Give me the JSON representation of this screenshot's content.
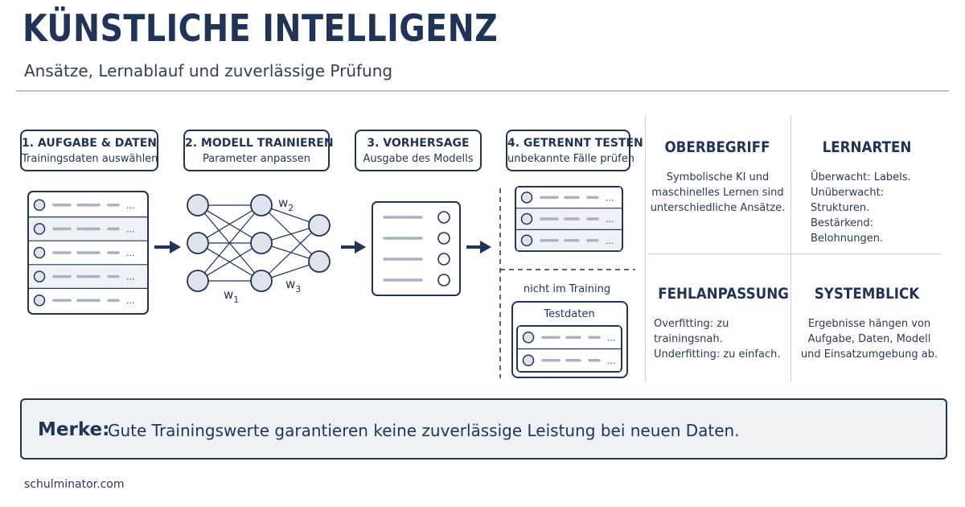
{
  "header": {
    "title": "KÜNSTLICHE INTELLIGENZ",
    "subtitle": "Ansätze, Lernablauf und zuverlässige Prüfung"
  },
  "steps": [
    {
      "title": "1. AUFGABE & DATEN",
      "subtitle": "Trainingsdaten auswählen"
    },
    {
      "title": "2. MODELL TRAINIEREN",
      "subtitle": "Parameter anpassen"
    },
    {
      "title": "3. VORHERSAGE",
      "subtitle": "Ausgabe des Modells"
    },
    {
      "title": "4. GETRENNT TESTEN",
      "subtitle": "unbekannte Fälle prüfen"
    }
  ],
  "network": {
    "weight_labels": [
      "w",
      "w",
      "w"
    ],
    "weight_subscripts": [
      "2",
      "3",
      "1"
    ]
  },
  "table_ellipsis": "...",
  "test": {
    "not_in_training": "nicht im Training",
    "testdata_label": "Testdaten"
  },
  "concepts": [
    {
      "title": "OBERBEGRIFF",
      "lines": [
        "Symbolische KI und",
        "maschinelles Lernen sind",
        "unterschiedliche Ansätze."
      ]
    },
    {
      "title": "LERNARTEN",
      "lines": [
        "Überwacht: Labels.",
        "Unüberwacht: Strukturen.",
        "Bestärkend: Belohnungen."
      ]
    },
    {
      "title": "FEHLANPASSUNG",
      "lines": [
        "Overfitting: zu trainingsnah.",
        "Underfitting: zu einfach."
      ]
    },
    {
      "title": "SYSTEMBLICK",
      "lines": [
        "Ergebnisse hängen von",
        "Aufgabe, Daten, Modell",
        "und Einsatzumgebung ab."
      ]
    }
  ],
  "merke": {
    "label": "Merke:",
    "text": "Gute Trainingswerte garantieren keine zuverlässige Leistung bei neuen Daten."
  },
  "footer": {
    "source": "schulminator.com"
  },
  "colors": {
    "navy": "#1f3457",
    "node_fill": "#dfe4ec",
    "bar": "#a9b2c0",
    "panel": "#eef2f6"
  }
}
